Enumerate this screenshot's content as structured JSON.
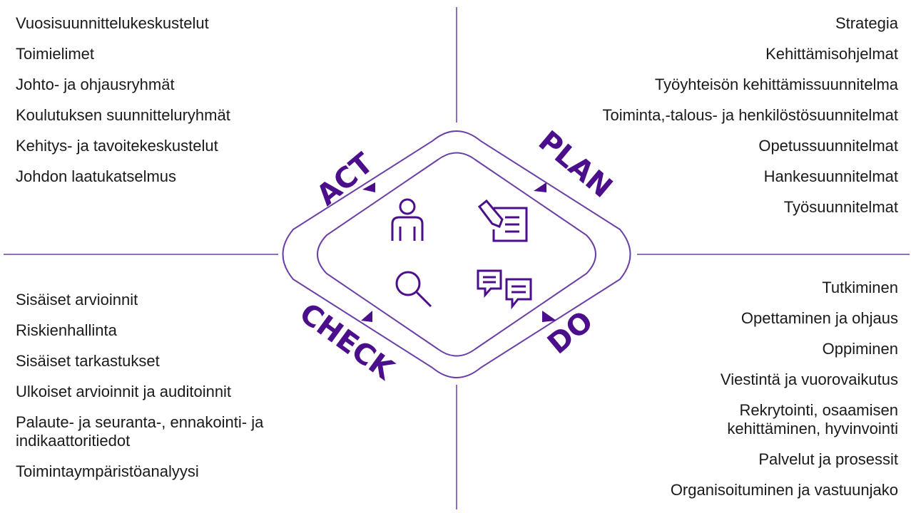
{
  "colors": {
    "accent": "#4b0f8c",
    "line": "#6a3fa8",
    "text": "#1a1a1a"
  },
  "pdca": {
    "act": "ACT",
    "plan": "PLAN",
    "check": "CHECK",
    "do": "DO"
  },
  "icons": [
    "person-icon",
    "document-edit-icon",
    "magnifier-icon",
    "chat-bubbles-icon"
  ],
  "act_items": [
    "Vuosisuunnittelukeskustelut",
    "Toimielimet",
    "Johto- ja ohjausryhmät",
    "Koulutuksen suunnitteluryhmät",
    "Kehitys- ja tavoitekeskustelut",
    "Johdon laatukatselmus"
  ],
  "plan_items": [
    "Strategia",
    "Kehittämisohjelmat",
    "Työyhteisön kehittämissuunnitelma",
    "Toiminta,-talous- ja henkilöstösuunnitelmat",
    "Opetussuunnitelmat",
    "Hankesuunnitelmat",
    "Työsuunnitelmat"
  ],
  "check_items": [
    "Sisäiset arvioinnit",
    "Riskienhallinta",
    "Sisäiset tarkastukset",
    "Ulkoiset arvioinnit ja auditoinnit",
    "Palaute- ja seuranta-, ennakointi- ja indikaattoritiedot",
    "Toimintaympäristöanalyysi"
  ],
  "do_items": [
    "Tutkiminen",
    "Opettaminen ja ohjaus",
    "Oppiminen",
    "Viestintä ja vuorovaikutus",
    "Rekrytointi, osaamisen kehittäminen, hyvinvointi",
    "Palvelut ja prosessit",
    "Organisoituminen ja vastuunjako"
  ]
}
